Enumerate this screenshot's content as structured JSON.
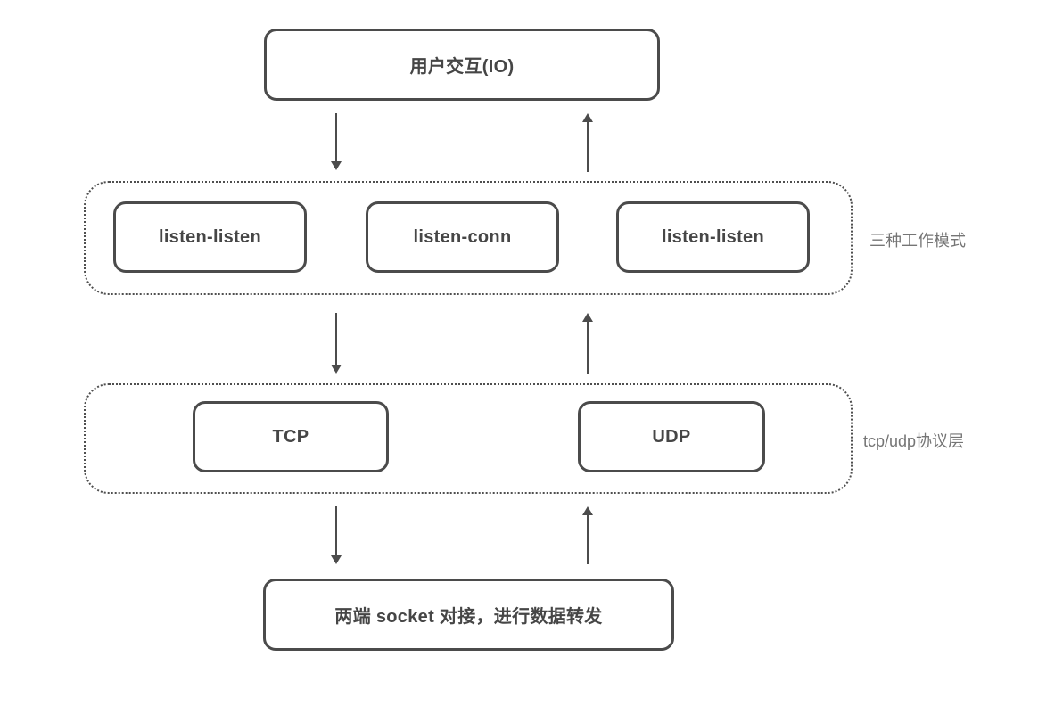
{
  "diagram": {
    "top_box": {
      "label": "用户交互(IO)"
    },
    "modes_group": {
      "side_label": "三种工作模式",
      "boxes": [
        {
          "label": "listen-listen"
        },
        {
          "label": "listen-conn"
        },
        {
          "label": "listen-listen"
        }
      ]
    },
    "protocol_group": {
      "side_label": "tcp/udp协议层",
      "boxes": [
        {
          "label": "TCP"
        },
        {
          "label": "UDP"
        }
      ]
    },
    "bottom_box": {
      "label": "两端 socket 对接，进行数据转发"
    },
    "arrows": [
      {
        "from": "top_box",
        "to": "modes_group",
        "direction": "down"
      },
      {
        "from": "modes_group",
        "to": "top_box",
        "direction": "up"
      },
      {
        "from": "modes_group",
        "to": "protocol_group",
        "direction": "down"
      },
      {
        "from": "protocol_group",
        "to": "modes_group",
        "direction": "up"
      },
      {
        "from": "protocol_group",
        "to": "bottom_box",
        "direction": "down"
      },
      {
        "from": "bottom_box",
        "to": "protocol_group",
        "direction": "up"
      }
    ],
    "colors": {
      "box_border": "#4b4b4b",
      "box_text": "#464646",
      "group_border": "#4f4f4f",
      "side_label_text": "#757575",
      "arrow": "#4c4c4c",
      "background": "#ffffff"
    }
  }
}
